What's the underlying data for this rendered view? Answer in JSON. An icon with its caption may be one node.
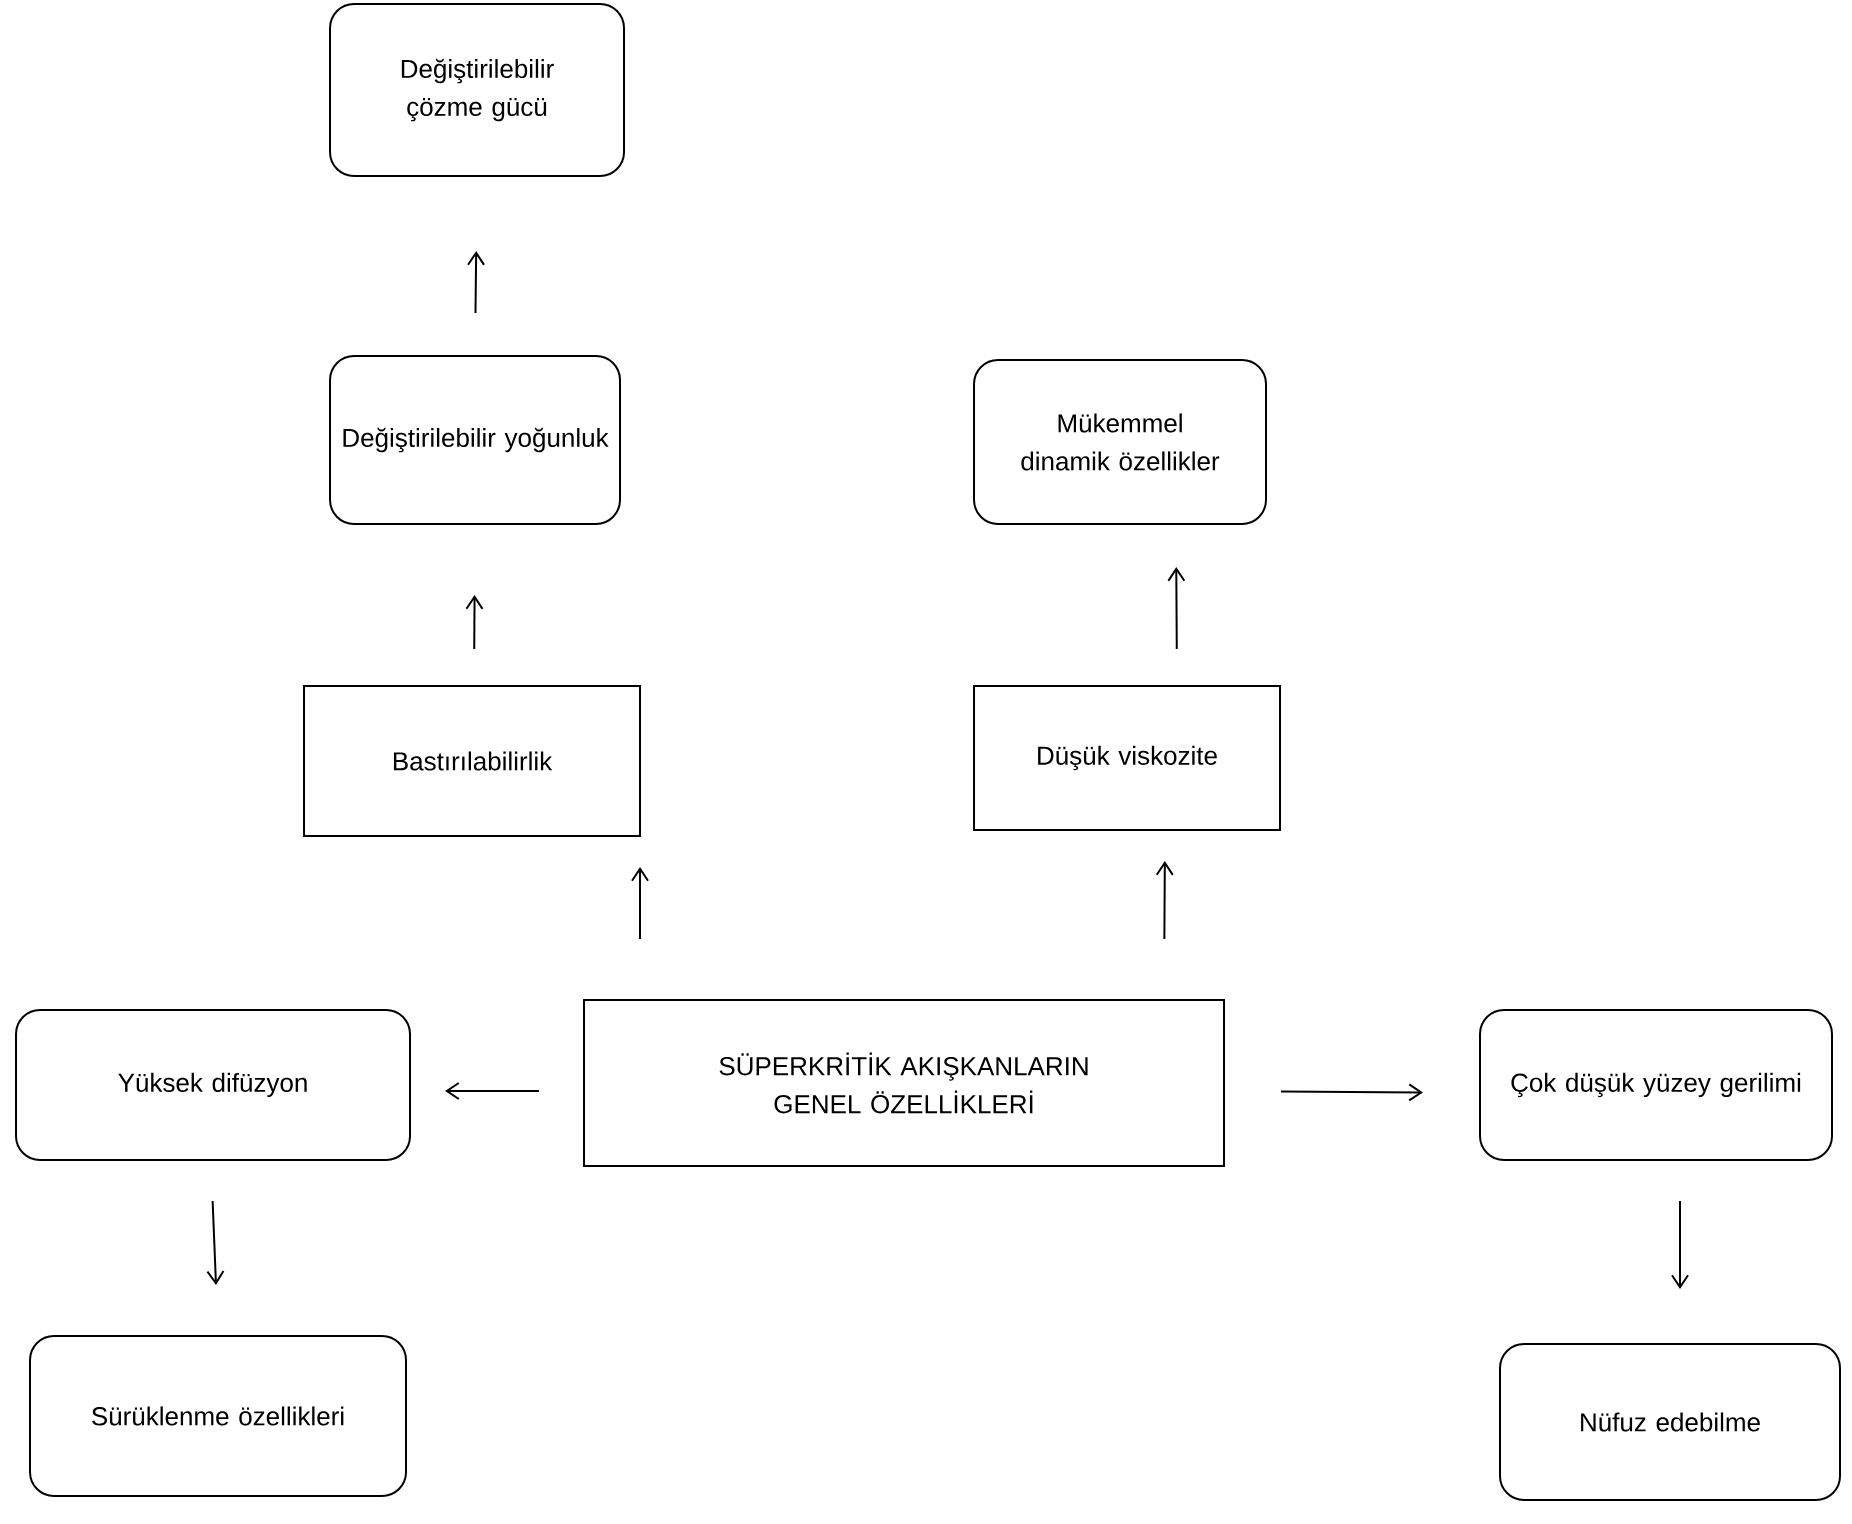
{
  "diagram": {
    "nodes": [
      {
        "text": [
          "Değiştirilebilir çözme gücü"
        ]
      },
      {
        "text": [
          "Değiştirilebilir yoğunluk"
        ]
      },
      {
        "text": [
          "Mükemmel dinamik özellikler"
        ]
      },
      {
        "text": [
          "Bastırılabilirlik"
        ]
      },
      {
        "text": [
          "Düşük viskozite"
        ]
      },
      {
        "text": [
          "SÜPERKRİTİK AKIŞKANLARIN GENEL ÖZELLİKLERİ"
        ]
      },
      {
        "text": [
          "Yüksek difüzyon"
        ]
      },
      {
        "text": [
          "Çok düşük yüzey gerilimi"
        ]
      },
      {
        "text": [
          "Sürüklenme özellikleri"
        ]
      },
      {
        "text": [
          "Nüfuz edebilme"
        ]
      }
    ],
    "edges": [
      {
        "from": 5,
        "to": 3,
        "arrow": "to"
      },
      {
        "from": 5,
        "to": 4,
        "arrow": "to"
      },
      {
        "from": 3,
        "to": 1,
        "arrow": "to"
      },
      {
        "from": 1,
        "to": 0,
        "arrow": "to"
      },
      {
        "from": 4,
        "to": 2,
        "arrow": "to"
      },
      {
        "from": 5,
        "to": 6,
        "arrow": "to"
      },
      {
        "from": 5,
        "to": 7,
        "arrow": "to"
      },
      {
        "from": 6,
        "to": 8,
        "arrow": "to"
      },
      {
        "from": 7,
        "to": 9,
        "arrow": "to"
      }
    ]
  }
}
